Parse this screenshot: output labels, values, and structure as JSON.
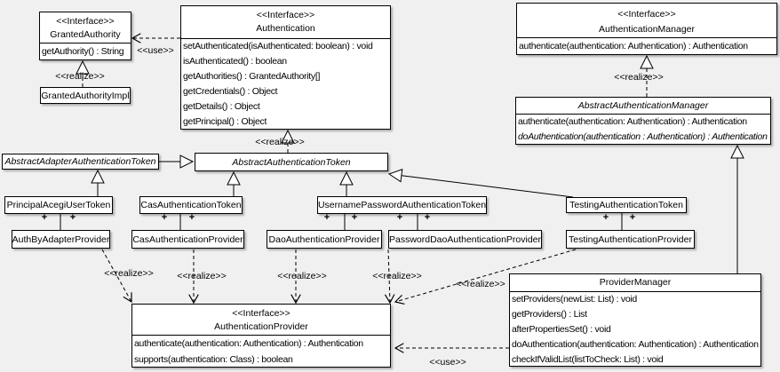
{
  "colors": {
    "background": "#f0f0f0",
    "box_fill": "#ffffff",
    "line": "#000000"
  },
  "labels": {
    "use": "<<use>>",
    "realize": "<<realize>>",
    "plus": "+"
  },
  "classes": {
    "granted_authority": {
      "stereotype": "<<Interface>>",
      "name": "GrantedAuthority",
      "methods": [
        "getAuthority() : String"
      ]
    },
    "granted_authority_impl": {
      "name": "GrantedAuthorityImpl"
    },
    "authentication": {
      "stereotype": "<<Interface>>",
      "name": "Authentication",
      "methods": [
        "setAuthenticated(isAuthenticated: boolean) : void",
        "isAuthenticated() : boolean",
        "getAuthorities() : GrantedAuthority[]",
        "getCredentials() : Object",
        "getDetails() : Object",
        "getPrincipal() : Object"
      ]
    },
    "authentication_manager": {
      "stereotype": "<<Interface>>",
      "name": "AuthenticationManager",
      "methods": [
        "authenticate(authentication: Authentication) : Authentication"
      ]
    },
    "abstract_authentication_manager": {
      "name": "AbstractAuthenticationManager",
      "methods": [
        "authenticate(authentication: Authentication) : Authentication",
        "doAuthentication(authentication : Authentication) : Authentication"
      ]
    },
    "abstract_adapter_authentication_token": {
      "name": "AbstractAdapterAuthenticationToken"
    },
    "abstract_authentication_token": {
      "name": "AbstractAuthenticationToken"
    },
    "principal_acegi_user_token": {
      "name": "PrincipalAcegiUserToken"
    },
    "cas_authentication_token": {
      "name": "CasAuthenticationToken"
    },
    "username_password_authentication_token": {
      "name": "UsernamePasswordAuthenticationToken"
    },
    "testing_authentication_token": {
      "name": "TestingAuthenticationToken"
    },
    "auth_by_adapter_provider": {
      "name": "AuthByAdapterProvider"
    },
    "cas_authentication_provider": {
      "name": "CasAuthenticationProvider"
    },
    "dao_authentication_provider": {
      "name": "DaoAuthenticationProvider"
    },
    "password_dao_authentication_provider": {
      "name": "PasswordDaoAuthenticationProvider"
    },
    "testing_authentication_provider": {
      "name": "TestingAuthenticationProvider"
    },
    "authentication_provider": {
      "stereotype": "<<Interface>>",
      "name": "AuthenticationProvider",
      "methods": [
        "authenticate(authentication: Authentication) : Authentication",
        "supports(authentication: Class) : boolean"
      ]
    },
    "provider_manager": {
      "name": "ProviderManager",
      "methods": [
        "setProviders(newList: List) : void",
        "getProviders() : List",
        "afterPropertiesSet() : void",
        "doAuthentication(authentication: Authentication) : Authentication",
        "checkIfValidList(listToCheck: List) : void"
      ]
    }
  }
}
